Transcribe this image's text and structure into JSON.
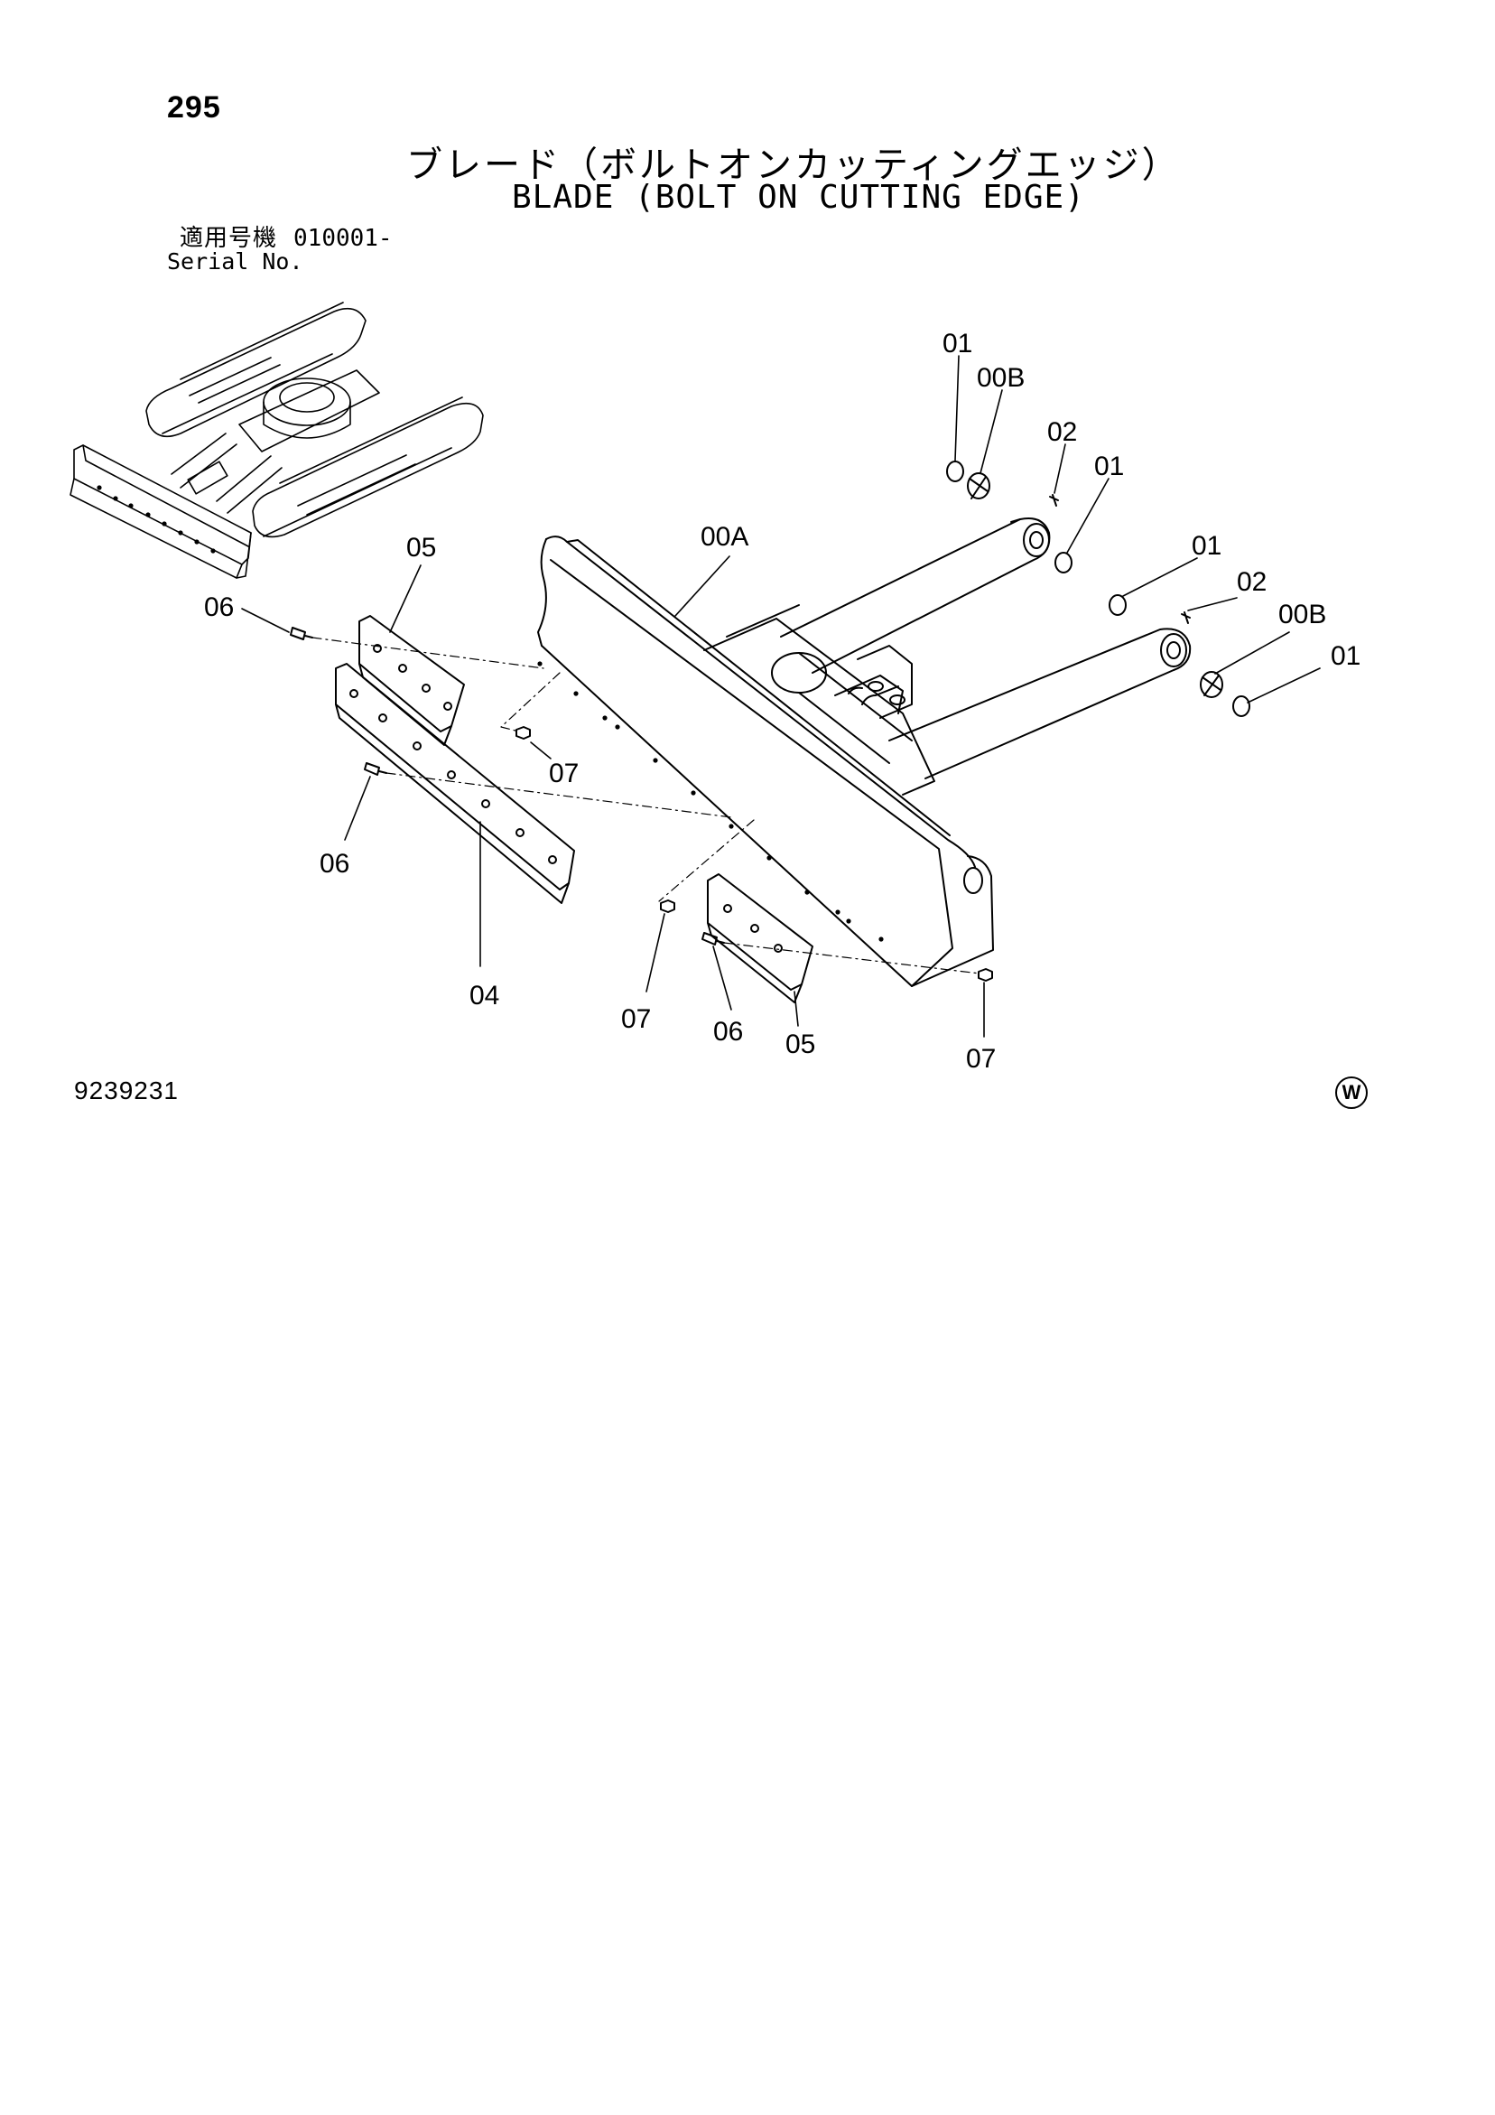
{
  "page": {
    "number": "295",
    "title_jp": "ブレード（ボルトオンカッティングエッジ）",
    "title_en": "BLADE (BOLT ON CUTTING EDGE)",
    "serial_label_jp": "適用号機",
    "serial_value": "010001-",
    "serial_label_en": "Serial No.",
    "drawing_number": "9239231",
    "mark": "W"
  },
  "callouts": {
    "c01a": "01",
    "c00b_top": "00B",
    "c02a": "02",
    "c01b": "01",
    "c01c": "01",
    "c02b": "02",
    "c00b_right": "00B",
    "c01d": "01",
    "c00a": "00A",
    "c05_top": "05",
    "c06_top": "06",
    "c07_mid": "07",
    "c06_left": "06",
    "c04": "04",
    "c07_bottom": "07",
    "c06_bottom": "06",
    "c05_bottom": "05",
    "c07_right": "07"
  }
}
